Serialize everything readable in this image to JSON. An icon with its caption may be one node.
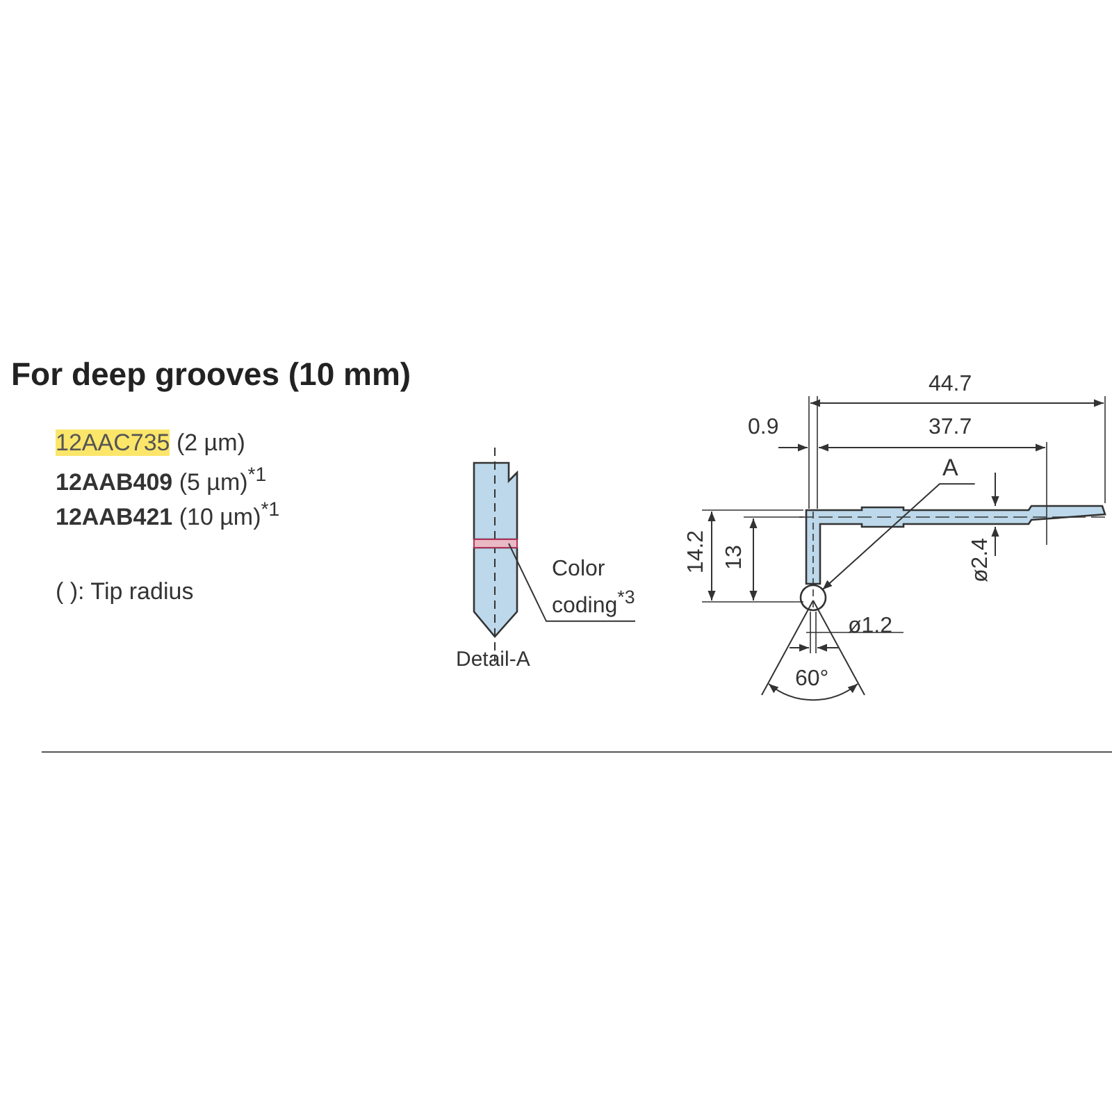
{
  "diagram": {
    "title": "For deep grooves (10 mm)",
    "nodes": [
      {
        "text": [
          "Color coding$^{*3}$"
        ]
      },
      {
        "text": [],
        "shape": "bar"
      },
      {
        "text": [
          "A"
        ]
      },
      {
        "text": [],
        "shape": "circle"
      }
    ],
    "edges": [
      {
        "from": 0,
        "to": 1,
        "arrow": "none"
      },
      {
        "from": 2,
        "to": 3,
        "arrow": "to"
      }
    ],
    "labels": [
      "12AAC735 (2 µm)",
      "**12AAB409** (5 µm)$^{*1}$",
      "**12AAB421** (10 µm)$^{*1}$",
      "( ): Tip radius",
      "Detail-A",
      "44.7",
      "0.9",
      "37.7",
      "14.2",
      "13",
      "ø2.4",
      "ø1.2",
      "60°"
    ]
  }
}
